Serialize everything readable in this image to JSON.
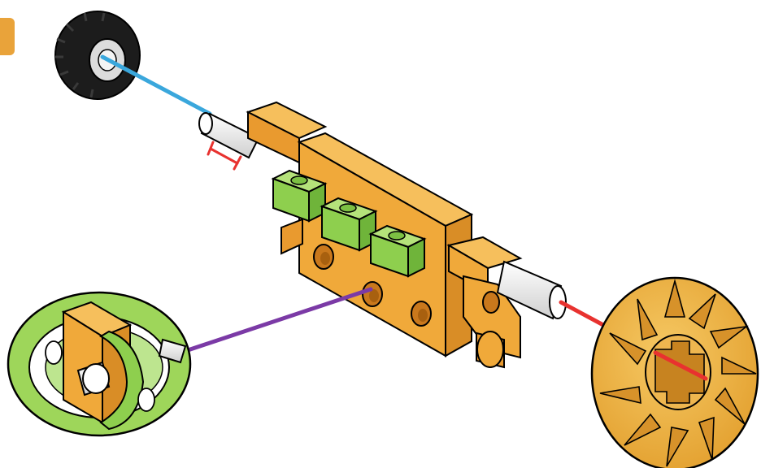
{
  "diagram": {
    "kind": "exploded-assembly-instruction",
    "step_badge": {
      "color": "#e9a33a"
    },
    "parts": [
      {
        "id": "wheel",
        "icon": "tire-wheel-icon",
        "color": "#1a1a1a"
      },
      {
        "id": "short-axle",
        "icon": "axle-pin-icon",
        "color": "#f2f2f2"
      },
      {
        "id": "axle-holder",
        "icon": "axle-holder-block-icon",
        "color": "#f0a93a"
      },
      {
        "id": "connector-pegs",
        "icon": "square-peg-icon",
        "color": "#8ecf4e",
        "count": 3
      },
      {
        "id": "long-axle",
        "icon": "axle-pin-icon",
        "color": "#f2f2f2"
      },
      {
        "id": "gear-wheel",
        "icon": "slotted-disc-icon",
        "color": "#f0b23e"
      },
      {
        "id": "crank-link",
        "icon": "oval-crank-link-icon",
        "color": "#9ed65a"
      }
    ],
    "guide_lines": [
      {
        "id": "wheel-to-axle",
        "color": "#3aa7dc"
      },
      {
        "id": "axle-to-gear",
        "color": "#e8322f"
      },
      {
        "id": "link-to-hole",
        "color": "#7b3aa6"
      }
    ],
    "gap_marker": {
      "color": "#e8322f"
    }
  }
}
